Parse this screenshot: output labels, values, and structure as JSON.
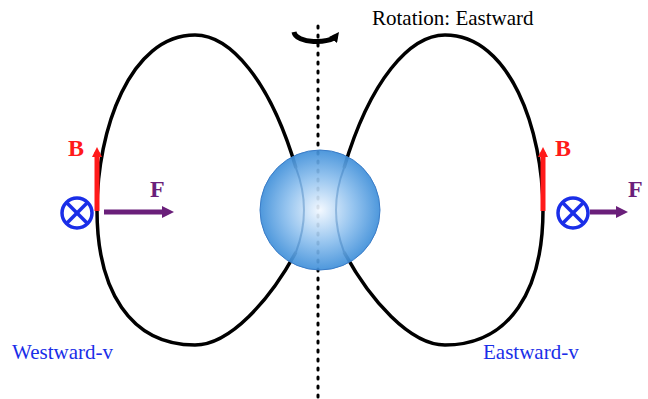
{
  "diagram": {
    "labels": [
      "Rotation: Eastward",
      "B",
      "F",
      "B",
      "F",
      "Westward-v",
      "Eastward-v"
    ]
  }
}
